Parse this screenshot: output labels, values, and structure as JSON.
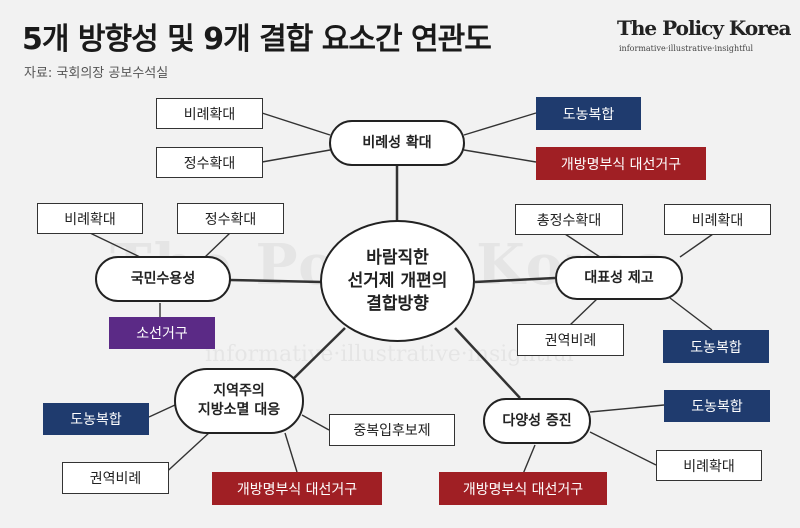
{
  "header": {
    "title": "5개 방향성 및 9개 결합 요소간 연관도",
    "source": "자료: 국회의장 공보수석실",
    "brand": "The Policy Korea",
    "brand_sub": "informative·illustrative·insightful"
  },
  "watermark": {
    "main": "The Policy Korea",
    "sub": "informative·illustrative·insightful"
  },
  "colors": {
    "blue": "#1f3b6e",
    "red": "#a01f24",
    "purple": "#5b2a86",
    "background": "#f2f2f2"
  },
  "diagram": {
    "center": "바람직한\n선거제 개편의\n결합방향",
    "hubs": {
      "proportionality": "비례성 확대",
      "representativeness": "대표성 제고",
      "diversity": "다양성 증진",
      "regionalism": "지역주의\n지방소멸 대응",
      "acceptance": "국민수용성"
    },
    "leaves": {
      "prop_1": "비례확대",
      "prop_2": "정수확대",
      "prop_3": "도농복합",
      "prop_4": "개방명부식 대선거구",
      "rep_1": "총정수확대",
      "rep_2": "비례확대",
      "rep_3": "권역비례",
      "rep_4": "도농복합",
      "div_1": "도농복합",
      "div_2": "비례확대",
      "div_3": "개방명부식 대선거구",
      "reg_1": "도농복합",
      "reg_2": "권역비례",
      "reg_3": "개방명부식 대선거구",
      "reg_4": "중복입후보제",
      "acc_1": "비례확대",
      "acc_2": "정수확대",
      "acc_3": "소선거구"
    }
  }
}
